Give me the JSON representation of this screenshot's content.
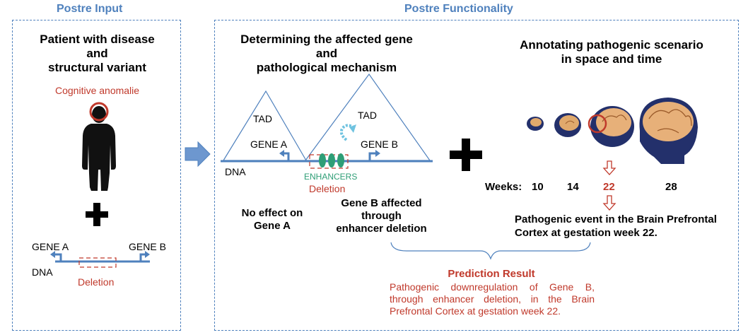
{
  "input": {
    "header": "Postre Input",
    "title_lines": [
      "Patient with disease",
      "and",
      "structural variant"
    ],
    "anomaly_label": "Cognitive anomalie",
    "gene_a": "GENE A",
    "gene_b": "GENE B",
    "dna": "DNA",
    "deletion": "Deletion"
  },
  "functionality": {
    "header": "Postre Functionality",
    "left_title_lines": [
      "Determining the affected gene",
      "and",
      "pathological mechanism"
    ],
    "tad_left": "TAD",
    "tad_right": "TAD",
    "gene_a": "GENE A",
    "gene_b": "GENE B",
    "dna": "DNA",
    "enhancers": "ENHANCERS",
    "deletion": "Deletion",
    "no_effect_lines": [
      "No effect on",
      "Gene A"
    ],
    "affected_lines": [
      "Gene B affected",
      "through",
      "enhancer deletion"
    ],
    "right_title_lines": [
      "Annotating pathogenic scenario",
      "in space and time"
    ],
    "weeks_label": "Weeks:",
    "weeks": [
      "10",
      "14",
      "22",
      "28"
    ],
    "highlight_week": "22",
    "event_lines": [
      "Pathogenic event in the Brain Prefrontal",
      "Cortex at gestation week 22."
    ],
    "prediction_title": "Prediction Result",
    "prediction_lines": [
      "Pathogenic downregulation of Gene B,",
      "through enhancer deletion,  in the Brain",
      "Prefrontal Cortex at gestation week 22."
    ]
  },
  "colors": {
    "accent_blue": "#4f81bd",
    "red": "#c0392b",
    "green": "#2e9e76"
  }
}
